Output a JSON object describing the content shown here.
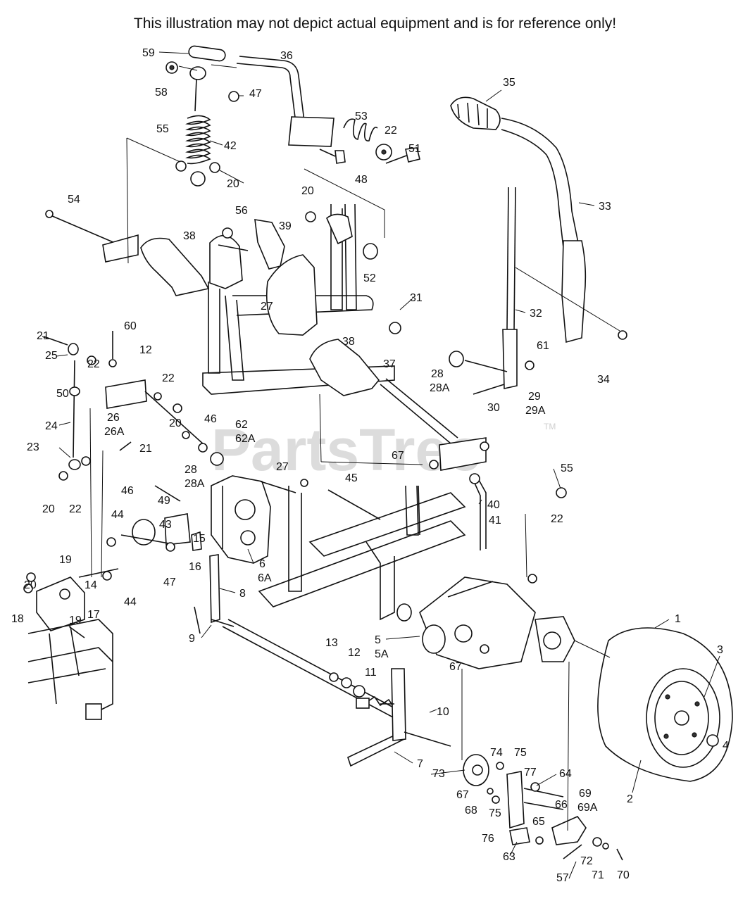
{
  "disclaimer": "This illustration may not depict actual equipment and is for reference only!",
  "watermark": {
    "text": "PartsTree",
    "mark": "TM"
  },
  "part_labels": [
    "1",
    "2",
    "3",
    "4",
    "5",
    "5A",
    "6",
    "6A",
    "7",
    "8",
    "9",
    "10",
    "11",
    "12",
    "12",
    "13",
    "14",
    "15",
    "16",
    "17",
    "18",
    "19",
    "19",
    "20",
    "20",
    "20",
    "20",
    "20",
    "21",
    "21",
    "22",
    "22",
    "22",
    "22",
    "22",
    "23",
    "24",
    "25",
    "26",
    "26A",
    "27",
    "27",
    "28",
    "28A",
    "28",
    "28A",
    "29",
    "29A",
    "30",
    "31",
    "32",
    "33",
    "34",
    "35",
    "36",
    "37",
    "38",
    "38",
    "39",
    "40",
    "41",
    "42",
    "43",
    "44",
    "44",
    "45",
    "46",
    "46",
    "47",
    "47",
    "48",
    "49",
    "50",
    "51",
    "52",
    "53",
    "54",
    "55",
    "55",
    "56",
    "57",
    "58",
    "59",
    "60",
    "61",
    "62",
    "62A",
    "63",
    "64",
    "65",
    "66",
    "67",
    "67",
    "67",
    "68",
    "69",
    "69A",
    "70",
    "71",
    "72",
    "73",
    "74",
    "75",
    "75",
    "76",
    "77"
  ]
}
